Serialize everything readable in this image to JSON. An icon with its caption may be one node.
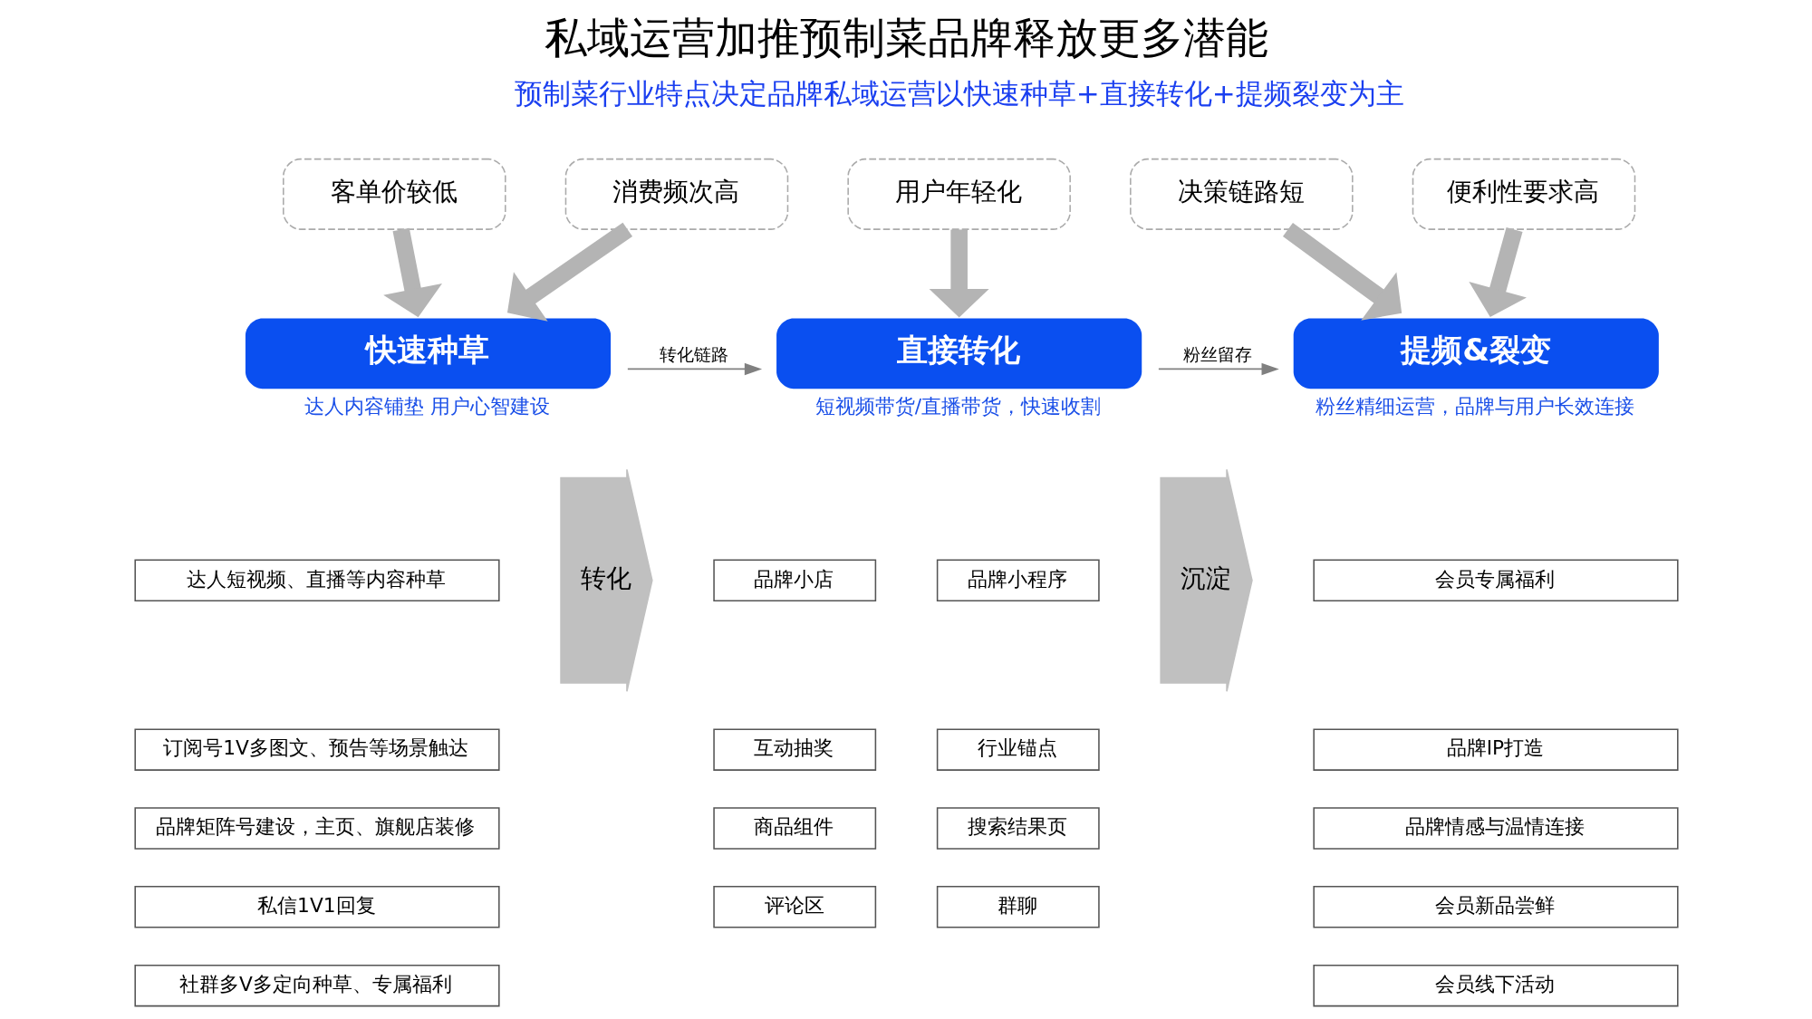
{
  "diagram": {
    "title": "私域运营加推预制菜品牌释放更多潜能",
    "nodes": [
      {
        "text": [
          "客单价较低"
        ]
      },
      {
        "text": [
          "消费频次高"
        ]
      },
      {
        "text": [
          "用户年轻化"
        ]
      },
      {
        "text": [
          "决策链路短"
        ]
      },
      {
        "text": [
          "便利性要求高"
        ]
      },
      {
        "text": [
          "快速种草"
        ],
        "beside": [
          "达人内容铺垫 用户心智建设"
        ]
      },
      {
        "text": [
          "直接转化"
        ],
        "beside": [
          "短视频带货/直播带货，快速收割"
        ]
      },
      {
        "text": [
          "提频&裂变"
        ],
        "beside": [
          "粉丝精细运营，品牌与用户长效连接"
        ]
      },
      {
        "text": [
          "达人短视频、直播等内容种草"
        ]
      },
      {
        "text": [
          "订阅号1V多图文、预告等场景触达"
        ]
      },
      {
        "text": [
          "品牌矩阵号建设，主页、旗舰店装修"
        ]
      },
      {
        "text": [
          "私信1V1回复"
        ]
      },
      {
        "text": [
          "社群多V多定向种草、专属福利"
        ]
      },
      {
        "text": [
          "转化"
        ]
      },
      {
        "text": [
          "品牌小店"
        ]
      },
      {
        "text": [
          "品牌小程序"
        ]
      },
      {
        "text": [
          "互动抽奖"
        ]
      },
      {
        "text": [
          "行业锚点"
        ]
      },
      {
        "text": [
          "商品组件"
        ]
      },
      {
        "text": [
          "搜索结果页"
        ]
      },
      {
        "text": [
          "评论区"
        ]
      },
      {
        "text": [
          "群聊"
        ]
      },
      {
        "text": [
          "沉淀"
        ]
      },
      {
        "text": [
          "会员专属福利"
        ]
      },
      {
        "text": [
          "品牌IP打造"
        ]
      },
      {
        "text": [
          "品牌情感与温情连接"
        ]
      },
      {
        "text": [
          "会员新品尝鲜"
        ]
      },
      {
        "text": [
          "会员线下活动"
        ]
      }
    ],
    "edges": [
      {
        "from": 0,
        "to": 5,
        "arrow": "to"
      },
      {
        "from": 1,
        "to": 5,
        "arrow": "to"
      },
      {
        "from": 2,
        "to": 6,
        "arrow": "to"
      },
      {
        "from": 3,
        "to": 7,
        "arrow": "to"
      },
      {
        "from": 4,
        "to": 7,
        "arrow": "to"
      },
      {
        "from": 5,
        "to": 6,
        "arrow": "to",
        "label": "转化链路",
        "color": "#808080"
      },
      {
        "from": 6,
        "to": 7,
        "arrow": "to",
        "label": "粉丝留存",
        "color": "#808080"
      }
    ],
    "labels": [
      "预制菜行业特点决定品牌私域运营以快速种草+直接转化+提频裂变为主"
    ]
  }
}
